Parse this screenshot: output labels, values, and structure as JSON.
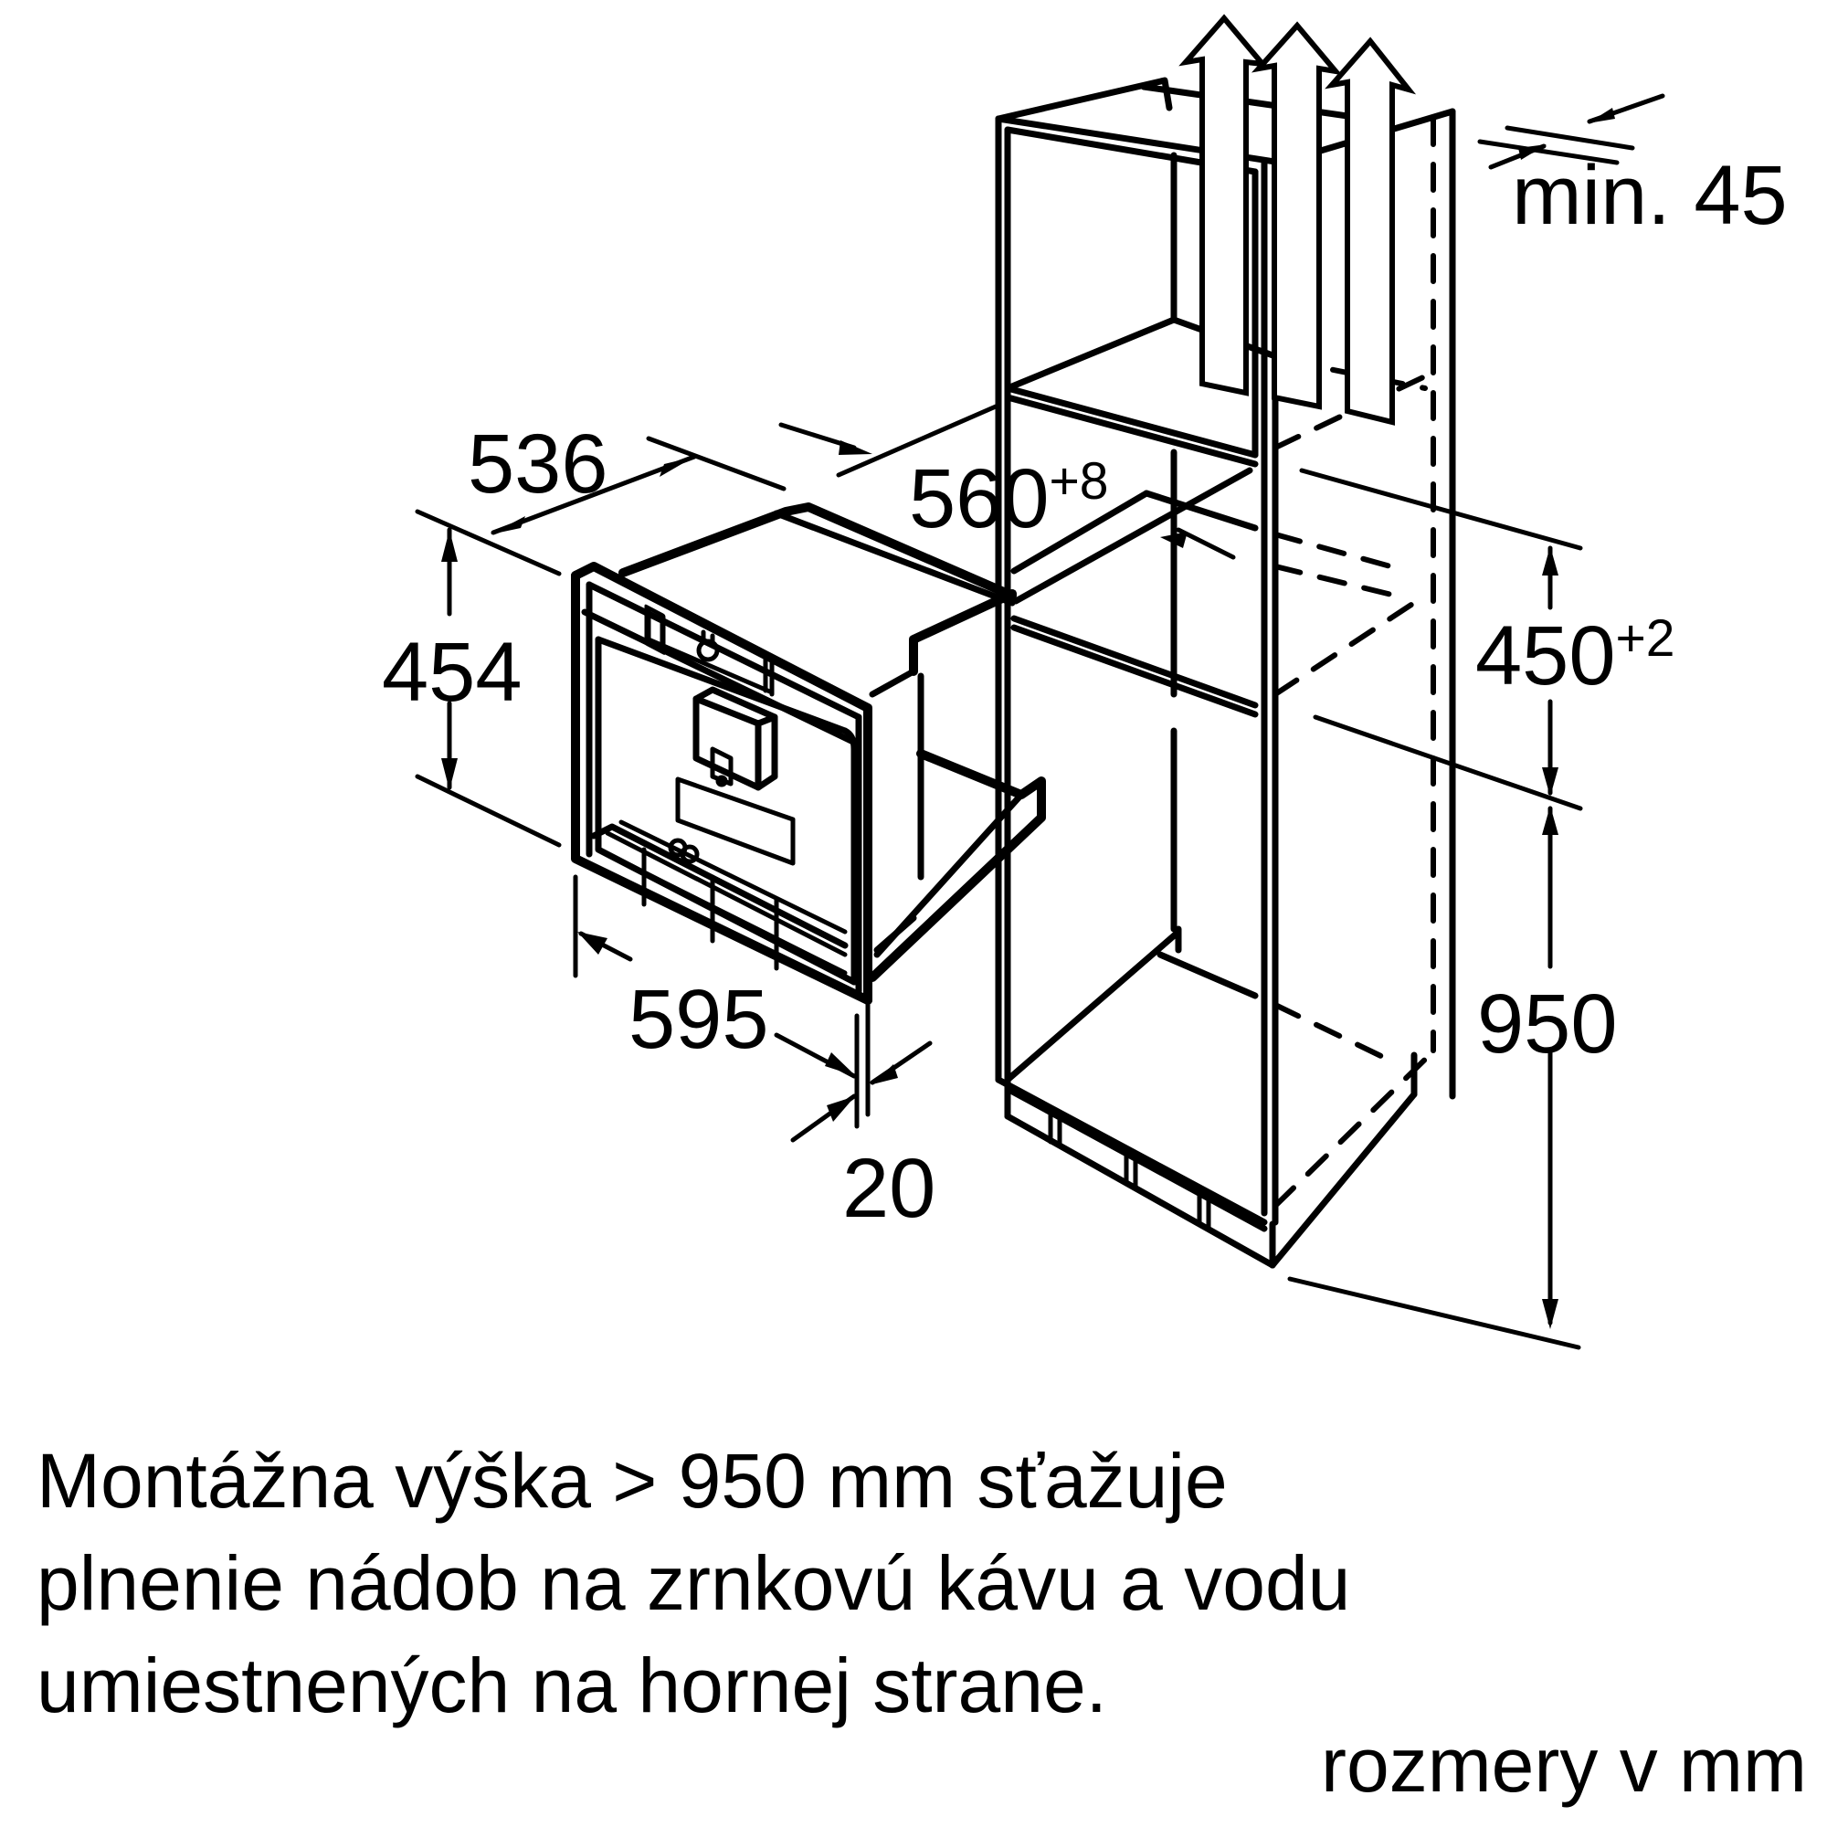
{
  "diagram": {
    "title": "Built-in coffee machine installation dimensions",
    "appliance": {
      "depth": "536",
      "height": "454",
      "width": "595",
      "front_offset": "20"
    },
    "niche": {
      "depth_base": "560",
      "depth_tol": "+8",
      "height_base": "450",
      "height_tol": "+2",
      "top_gap_label": "min. 45",
      "mount_height": "950"
    },
    "icons": [
      "ventilation-arrow-up",
      "ventilation-arrow-up",
      "ventilation-arrow-up",
      "dimension-arrow"
    ],
    "note": {
      "lines": [
        "Montážna výška > 950 mm sťažuje",
        "plnenie nádob na zrnkovú kávu a vodu",
        "umiestnených na hornej strane."
      ]
    },
    "unit_label": "rozmery v mm",
    "colors": {
      "line": "#000000",
      "background": "#ffffff"
    }
  }
}
